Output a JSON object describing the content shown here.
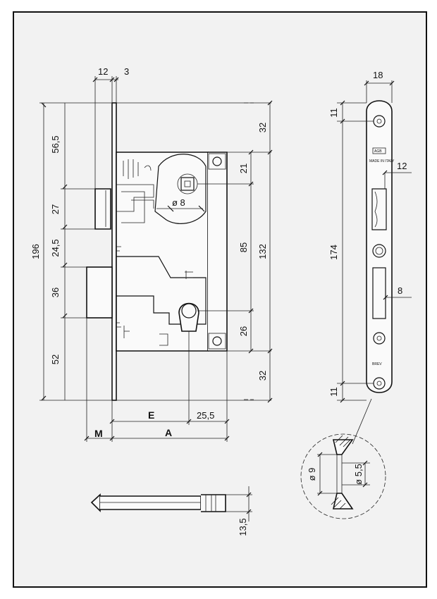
{
  "dims": {
    "d12_top": "12",
    "d3_top": "3",
    "d56_5": "56,5",
    "d27": "27",
    "d24_5": "24,5",
    "d36": "36",
    "d52": "52",
    "d196": "196",
    "d32_top": "32",
    "d21": "21",
    "d85": "85",
    "d132": "132",
    "d26": "26",
    "d32_bot": "32",
    "dia8": "ø 8",
    "d25_5": "25,5",
    "d18": "18",
    "d11_top": "11",
    "d12_right": "12",
    "d174": "174",
    "d8_right": "8",
    "d11_bot": "11",
    "dia9": "ø 9",
    "dia5_5": "ø 5,5",
    "d13_5": "13,5"
  },
  "labels": {
    "m": "M",
    "e": "E",
    "a": "A"
  },
  "plate_text": {
    "logo": "AGB",
    "made": "MADE IN ITALY",
    "brev": "BREV"
  }
}
